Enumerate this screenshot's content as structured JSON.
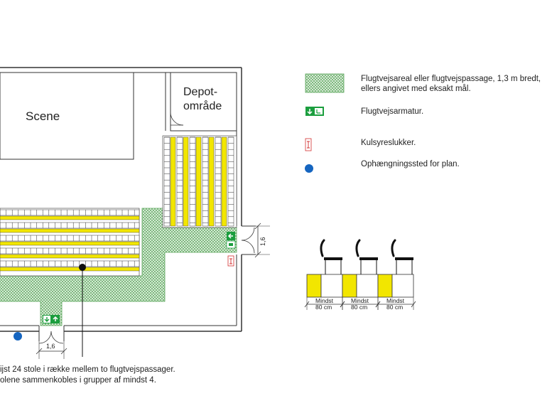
{
  "floorplan": {
    "scene_label": "Scene",
    "depot_label_line1": "Depot-",
    "depot_label_line2": "område",
    "door_right_width": "1,6",
    "door_bottom_width": "1,6"
  },
  "legend": {
    "items": [
      {
        "icon": "hatched-escape-area",
        "text_line1": "Flugtvejsareal eller flugtvejspassage, 1,3 m bredt,",
        "text_line2": "ellers angivet med eksakt mål."
      },
      {
        "icon": "escape-sign-icon",
        "text_line1": "Flugtvejsarmatur."
      },
      {
        "icon": "fire-extinguisher-icon",
        "text_line1": "Kulsyreslukker."
      },
      {
        "icon": "blue-dot-icon",
        "text_line1": "Ophængningssted for plan."
      }
    ]
  },
  "seat_detail": {
    "label_top": "Mindst",
    "label_bottom": "80 cm",
    "count": 3
  },
  "notes": {
    "line1": "ijst 24 stole i række mellem to flugtvejspassager.",
    "line2": "olene sammenkobles i grupper af mindst 4."
  },
  "colors": {
    "yellow": "#F2E600",
    "hatch_green": "#6BAF6B",
    "wall": "#333333",
    "blue_dot": "#1565C0",
    "sign_green": "#1B9E3E"
  }
}
